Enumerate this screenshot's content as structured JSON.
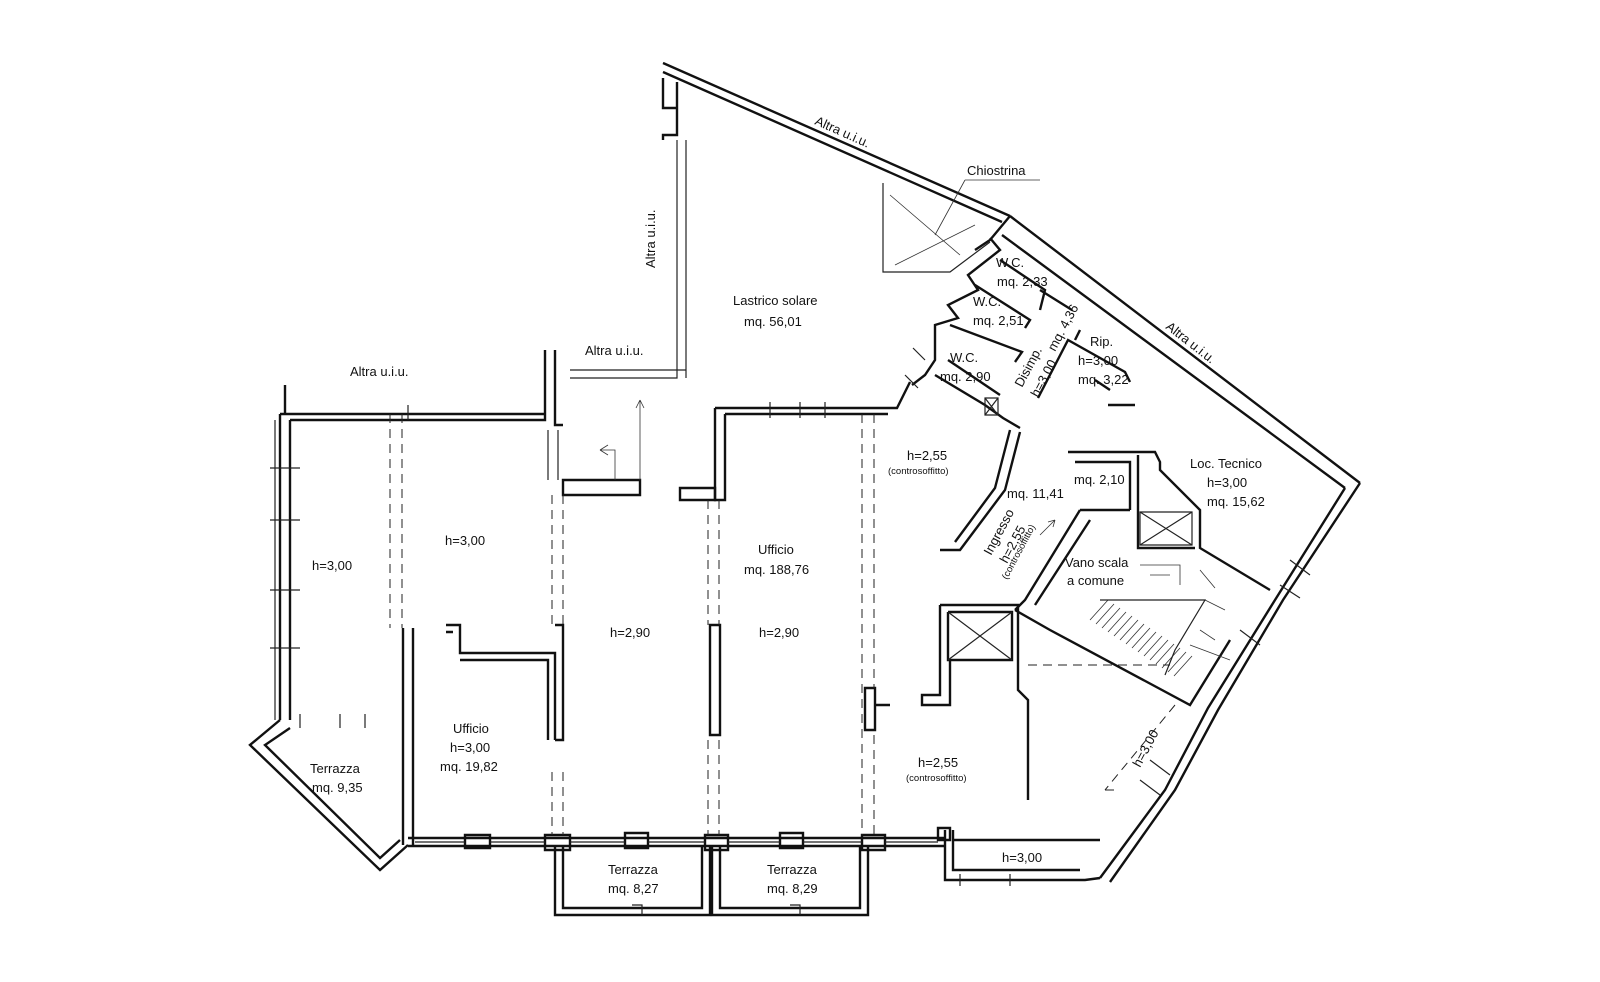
{
  "labels": {
    "altra_top": "Altra u.i.u.",
    "altra_vertical": "Altra u.i.u.",
    "altra_mid": "Altra u.i.u.",
    "altra_left": "Altra u.i.u.",
    "altra_right": "Altra u.i.u.",
    "chiostrina": "Chiostrina",
    "lastrico_name": "Lastrico solare",
    "lastrico_area": "mq. 56,01",
    "wc1_name": "W.C.",
    "wc1_area": "mq. 2,33",
    "wc2_name": "W.C.",
    "wc2_area": "mq. 2,51",
    "wc3_name": "W.C.",
    "wc3_area": "mq. 2,90",
    "disimp_name": "Disimp.",
    "disimp_area": "mq. 4,36",
    "disimp_h": "h=3,00",
    "rip_name": "Rip.",
    "rip_h": "h=3,00",
    "rip_area": "mq. 3,22",
    "loc_name": "Loc. Tecnico",
    "loc_h": "h=3,00",
    "loc_area": "mq. 15,62",
    "small_area": "mq. 2,10",
    "h255_top": "h=2,55",
    "controsoffitto_top": "(controsoffitto)",
    "ingresso_area": "mq. 11,41",
    "ingresso_name": "Ingresso",
    "ingresso_h": "h=2,55",
    "ingresso_cs": "(controsoffitto)",
    "vano_line1": "Vano scala",
    "vano_line2": "a comune",
    "h300_left": "h=3,00",
    "h300_mid": "h=3,00",
    "ufficio_big_name": "Ufficio",
    "ufficio_big_area": "mq. 188,76",
    "h290_a": "h=2,90",
    "h290_b": "h=2,90",
    "ufficio_small_name": "Ufficio",
    "ufficio_small_h": "h=3,00",
    "ufficio_small_area": "mq. 19,82",
    "terrazza_l_name": "Terrazza",
    "terrazza_l_area": "mq. 9,35",
    "h255_bottom": "h=2,55",
    "controsoffitto_bottom": "(controsoffitto)",
    "h300_diag": "h=3,00",
    "h300_bottom": "h=3,00",
    "terrazza_b1_name": "Terrazza",
    "terrazza_b1_area": "mq. 8,27",
    "terrazza_b2_name": "Terrazza",
    "terrazza_b2_area": "mq. 8,29"
  }
}
